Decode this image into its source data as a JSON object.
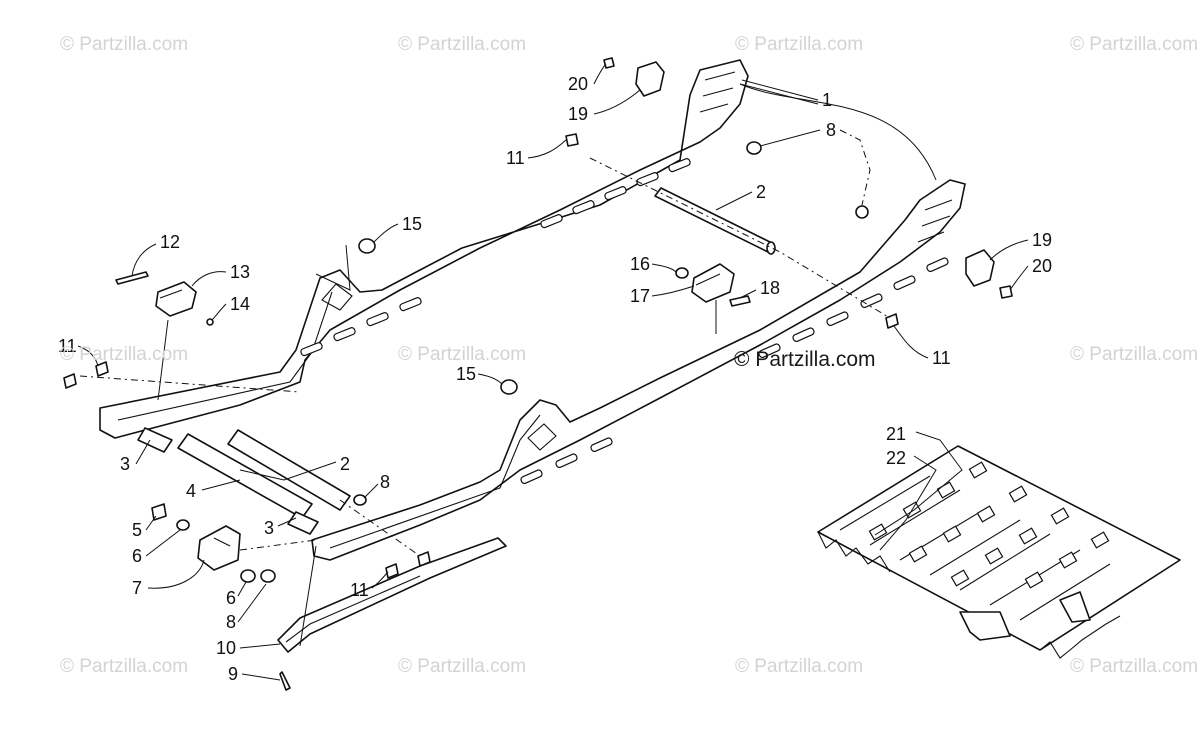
{
  "watermark": "© Partzilla.com",
  "watermark_center": "© Partzilla.com",
  "callouts": [
    "1",
    "2",
    "2",
    "3",
    "3",
    "4",
    "5",
    "6",
    "6",
    "7",
    "8",
    "8",
    "8",
    "9",
    "10",
    "11",
    "11",
    "11",
    "11",
    "12",
    "13",
    "14",
    "15",
    "15",
    "16",
    "17",
    "18",
    "19",
    "19",
    "20",
    "20",
    "21",
    "22"
  ]
}
